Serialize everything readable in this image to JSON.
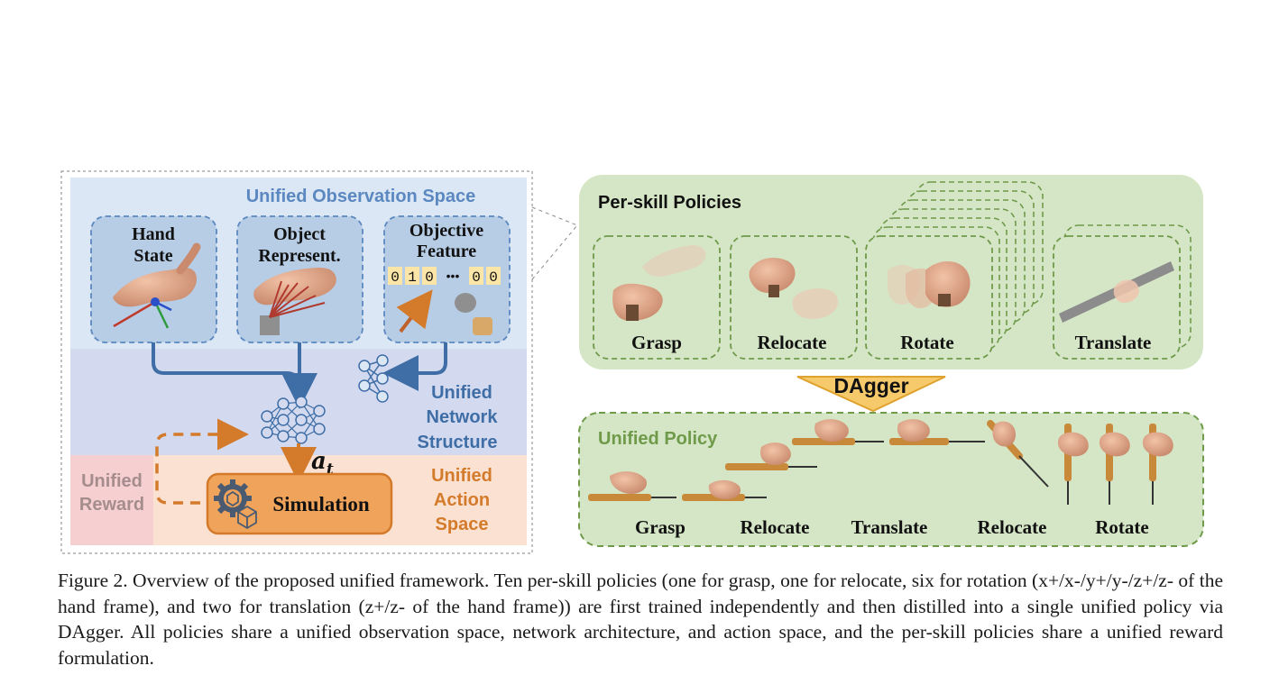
{
  "left_panel": {
    "observation_title": "Unified Observation Space",
    "boxes": {
      "hand_state": [
        "Hand",
        "State"
      ],
      "object_represent": [
        "Object",
        "Represent."
      ],
      "objective_feature": [
        "Objective",
        "Feature"
      ]
    },
    "bits": [
      "0",
      "1",
      "0",
      "•••",
      "0",
      "0"
    ],
    "network_label": [
      "Unified",
      "Network",
      "Structure"
    ],
    "action_symbol": "a",
    "action_subscript": "t",
    "reward_label": [
      "Unified",
      "Reward"
    ],
    "simulation_label": "Simulation",
    "action_label": [
      "Unified",
      "Action",
      "Space"
    ]
  },
  "right_panel": {
    "per_skill_title": "Per-skill Policies",
    "skills": [
      "Grasp",
      "Relocate",
      "Rotate",
      "Translate"
    ],
    "dagger_label": "DAgger",
    "unified_policy_title": "Unified Policy",
    "sequence": [
      "Grasp",
      "Relocate",
      "Translate",
      "Relocate",
      "Rotate"
    ]
  },
  "caption": "Figure 2. Overview of the proposed unified framework. Ten per-skill policies (one for grasp, one for relocate, six for rotation (x+/x-/y+/y-/z+/z- of the hand frame), and two for translation (z+/z- of the hand frame)) are first trained independently and then distilled into a single unified policy via DAgger. All policies share a unified observation space, network architecture, and action space, and the per-skill policies share a unified reward formulation.",
  "colors": {
    "observation_bg": "#dbe7f4",
    "network_bg": "#d3daef",
    "action_bg": "#fbe1d1",
    "reward_bg": "#f6cfd0",
    "blue_text": "#5b88c0",
    "dark_blue": "#3f6ea6",
    "orange": "#d47a2b",
    "green_bg": "#d5e6c6",
    "green_dash": "#6f9a4a",
    "dagger_fill": "#f6c96a"
  }
}
